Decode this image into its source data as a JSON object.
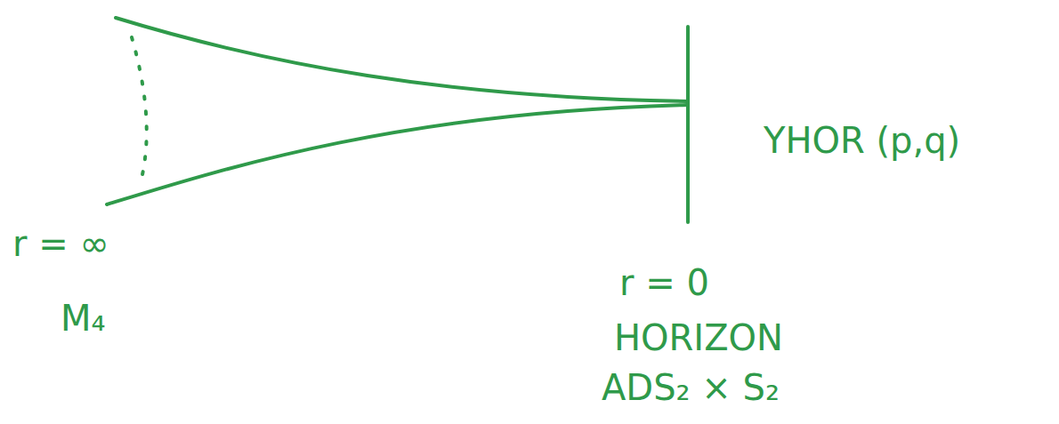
{
  "diagram": {
    "labels": [
      "r = ∞",
      "M₄",
      "r = 0",
      "HORIZON",
      "ADS₂ × S₂",
      "YHOR (p,q)"
    ]
  }
}
